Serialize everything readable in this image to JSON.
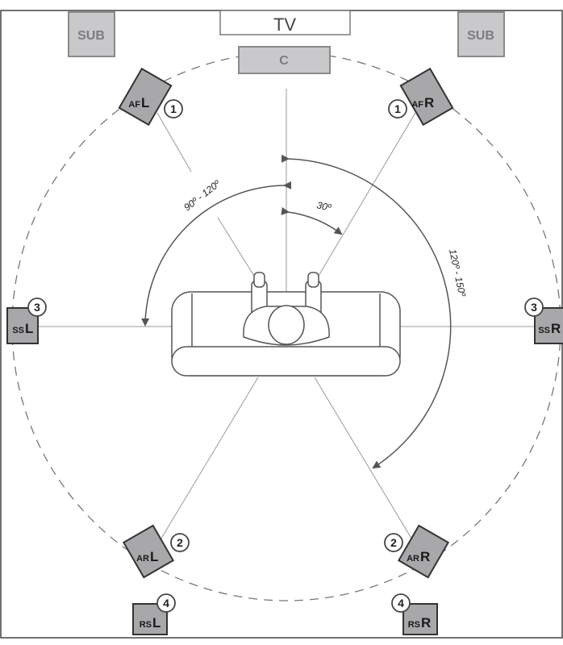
{
  "tv": "TV",
  "center": "C",
  "sub_left": "SUB",
  "sub_right": "SUB",
  "angles": {
    "front_wide": "90º - 120º",
    "front_narrow": "30º",
    "rear": "120º - 150º"
  },
  "speakers": {
    "afl": {
      "prefix": "AF",
      "letter": "L",
      "num": "1"
    },
    "afr": {
      "prefix": "AF",
      "letter": "R",
      "num": "1"
    },
    "ssl": {
      "prefix": "SS",
      "letter": "L",
      "num": "3"
    },
    "ssr": {
      "prefix": "SS",
      "letter": "R",
      "num": "3"
    },
    "arl": {
      "prefix": "AR",
      "letter": "L",
      "num": "2"
    },
    "arr": {
      "prefix": "AR",
      "letter": "R",
      "num": "2"
    },
    "rsl": {
      "prefix": "RS",
      "letter": "L",
      "num": "4"
    },
    "rsr": {
      "prefix": "RS",
      "letter": "R",
      "num": "4"
    }
  },
  "colors": {
    "speaker_fill": "#a8a8ab",
    "sub_fill": "#c9c9cb"
  }
}
